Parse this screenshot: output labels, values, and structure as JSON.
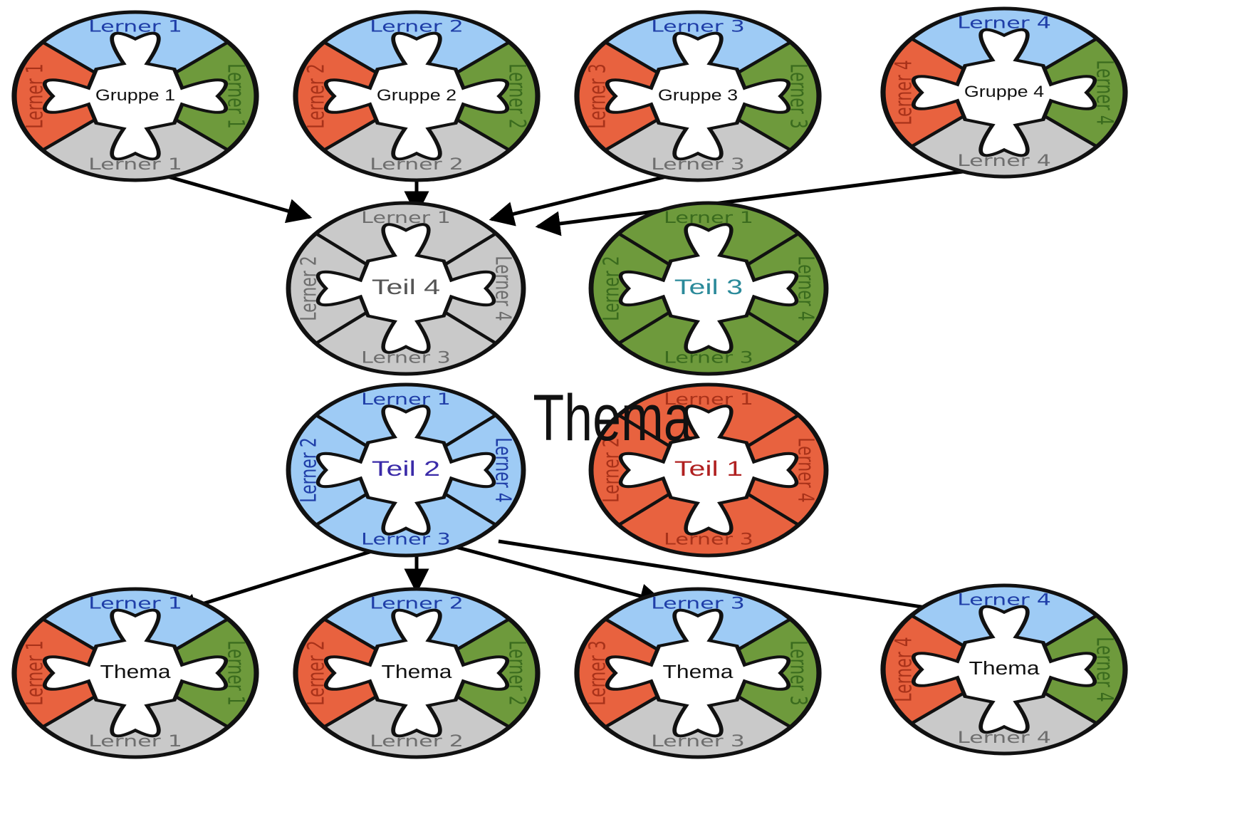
{
  "title": "Thema",
  "colors": {
    "blue": "#9ecbf5",
    "green": "#6e9a3c",
    "red": "#e8623f",
    "gray": "#c9c9c9",
    "outline": "#111111",
    "arrow": "#000000",
    "label_blue": "#1f3ea8",
    "label_green": "#3a6b1e",
    "label_red": "#a8321a",
    "label_gray": "#6e6e6e"
  },
  "expert_groups": [
    {
      "center": "Gruppe 1",
      "top": "Lerner 1",
      "right": "Lerner 1",
      "bottom": "Lerner 1",
      "left": "Lerner 1"
    },
    {
      "center": "Gruppe 2",
      "top": "Lerner 2",
      "right": "Lerner 2",
      "bottom": "Lerner 2",
      "left": "Lerner 2"
    },
    {
      "center": "Gruppe 3",
      "top": "Lerner 3",
      "right": "Lerner 3",
      "bottom": "Lerner 3",
      "left": "Lerner 3"
    },
    {
      "center": "Gruppe 4",
      "top": "Lerner 4",
      "right": "Lerner 4",
      "bottom": "Lerner 4",
      "left": "Lerner 4"
    }
  ],
  "parts": [
    {
      "center": "Teil 4",
      "top": "Lerner 1",
      "right": "Lerner 4",
      "bottom": "Lerner 3",
      "left": "Lerner 2",
      "fill": "gray",
      "center_color": "#555555"
    },
    {
      "center": "Teil 3",
      "top": "Lerner 1",
      "right": "Lerner 4",
      "bottom": "Lerner 3",
      "left": "Lerner 2",
      "fill": "green",
      "center_color": "#2b8a9a"
    },
    {
      "center": "Teil 2",
      "top": "Lerner 1",
      "right": "Lerner 4",
      "bottom": "Lerner 3",
      "left": "Lerner 2",
      "fill": "blue",
      "center_color": "#3a2aa8"
    },
    {
      "center": "Teil 1",
      "top": "Lerner 1",
      "right": "Lerner 4",
      "bottom": "Lerner 3",
      "left": "Lerner 2",
      "fill": "red",
      "center_color": "#b02020"
    }
  ],
  "home_groups": [
    {
      "center": "Thema",
      "top": "Lerner 1",
      "right": "Lerner 1",
      "bottom": "Lerner 1",
      "left": "Lerner 1"
    },
    {
      "center": "Thema",
      "top": "Lerner 2",
      "right": "Lerner 2",
      "bottom": "Lerner 2",
      "left": "Lerner 2"
    },
    {
      "center": "Thema",
      "top": "Lerner 3",
      "right": "Lerner 3",
      "bottom": "Lerner 3",
      "left": "Lerner 3"
    },
    {
      "center": "Thema",
      "top": "Lerner 4",
      "right": "Lerner 4",
      "bottom": "Lerner 4",
      "left": "Lerner 4"
    }
  ]
}
